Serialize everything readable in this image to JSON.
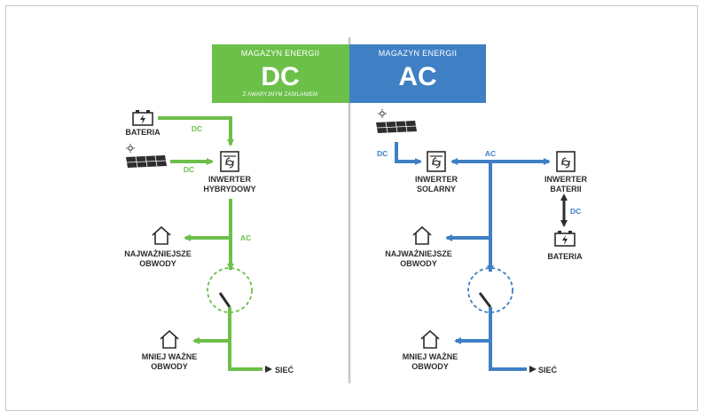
{
  "colors": {
    "green": "#6cc04a",
    "blue": "#3f7fc4",
    "dark": "#2d2d2d",
    "divider": "#c8c8c8"
  },
  "left": {
    "header_small": "MAGAZYN ENERGII",
    "header_big": "DC",
    "header_note": "Z AWARYJNYM ZASILANIEM",
    "battery_label": "BATERIA",
    "line_dc_1": "DC",
    "line_dc_2": "DC",
    "inverter_line1": "INWERTER",
    "inverter_line2": "HYBRYDOWY",
    "line_ac": "AC",
    "critical_line1": "NAJWAŻNIEJSZE",
    "critical_line2": "OBWODY",
    "less_line1": "MNIEJ WAŻNE",
    "less_line2": "OBWODY",
    "grid_label": "SIEĆ"
  },
  "right": {
    "header_small": "MAGAZYN ENERGII",
    "header_big": "AC",
    "line_dc_solar": "DC",
    "line_ac": "AC",
    "solar_inverter_line1": "INWERTER",
    "solar_inverter_line2": "SOLARNY",
    "battery_inverter_line1": "INWERTER",
    "battery_inverter_line2": "BATERII",
    "line_dc_battery": "DC",
    "battery_label": "BATERIA",
    "critical_line1": "NAJWAŻNIEJSZE",
    "critical_line2": "OBWODY",
    "less_line1": "MNIEJ WAŻNE",
    "less_line2": "OBWODY",
    "grid_label": "SIEĆ"
  }
}
